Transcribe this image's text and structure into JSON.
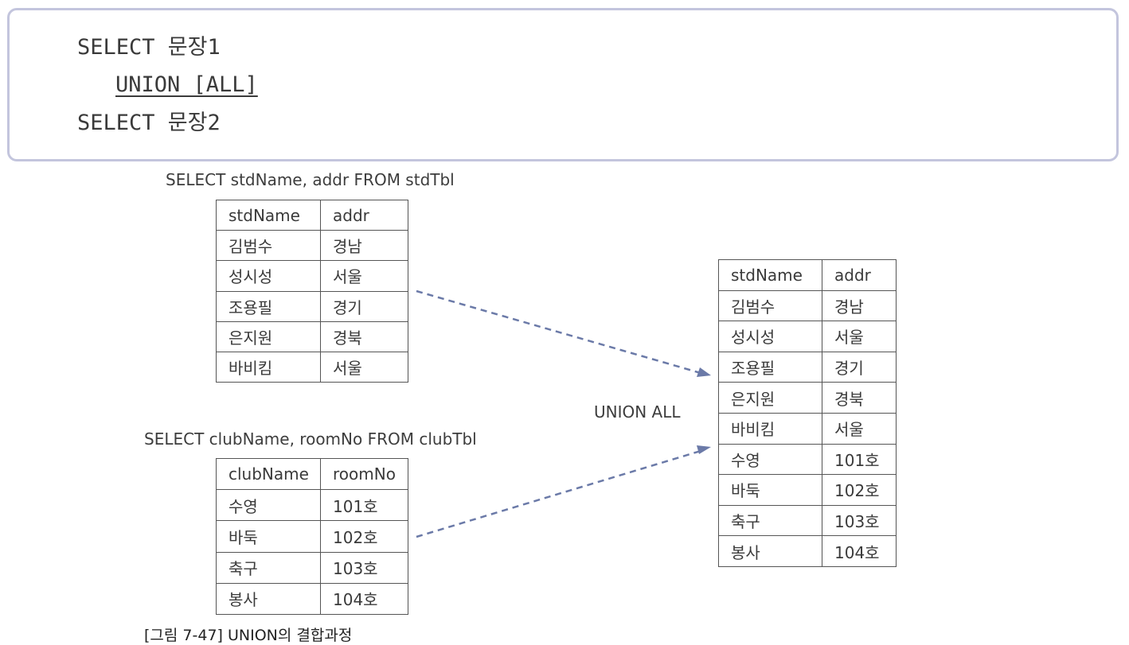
{
  "syntax": {
    "line1": "SELECT 문장1",
    "line2": "UNION [ALL]",
    "line3": "SELECT 문장2"
  },
  "queries": {
    "first": "SELECT stdName, addr FROM stdTbl",
    "second": "SELECT clubName, roomNo FROM clubTbl"
  },
  "tables": {
    "std": {
      "headers": [
        "stdName",
        "addr"
      ],
      "rows": [
        [
          "김범수",
          "경남"
        ],
        [
          "성시성",
          "서울"
        ],
        [
          "조용필",
          "경기"
        ],
        [
          "은지원",
          "경북"
        ],
        [
          "바비킴",
          "서울"
        ]
      ]
    },
    "club": {
      "headers": [
        "clubName",
        "roomNo"
      ],
      "rows": [
        [
          "수영",
          "101호"
        ],
        [
          "바둑",
          "102호"
        ],
        [
          "축구",
          "103호"
        ],
        [
          "봉사",
          "104호"
        ]
      ]
    },
    "result": {
      "headers": [
        "stdName",
        "addr"
      ],
      "rows": [
        [
          "김범수",
          "경남"
        ],
        [
          "성시성",
          "서울"
        ],
        [
          "조용필",
          "경기"
        ],
        [
          "은지원",
          "경북"
        ],
        [
          "바비킴",
          "서울"
        ],
        [
          "수영",
          "101호"
        ],
        [
          "바둑",
          "102호"
        ],
        [
          "축구",
          "103호"
        ],
        [
          "봉사",
          "104호"
        ]
      ]
    }
  },
  "operation_label": "UNION ALL",
  "caption": "[그림 7-47] UNION의 결합과정",
  "colors": {
    "border": "#c3c5dd",
    "arrow": "#6b7aa8"
  }
}
